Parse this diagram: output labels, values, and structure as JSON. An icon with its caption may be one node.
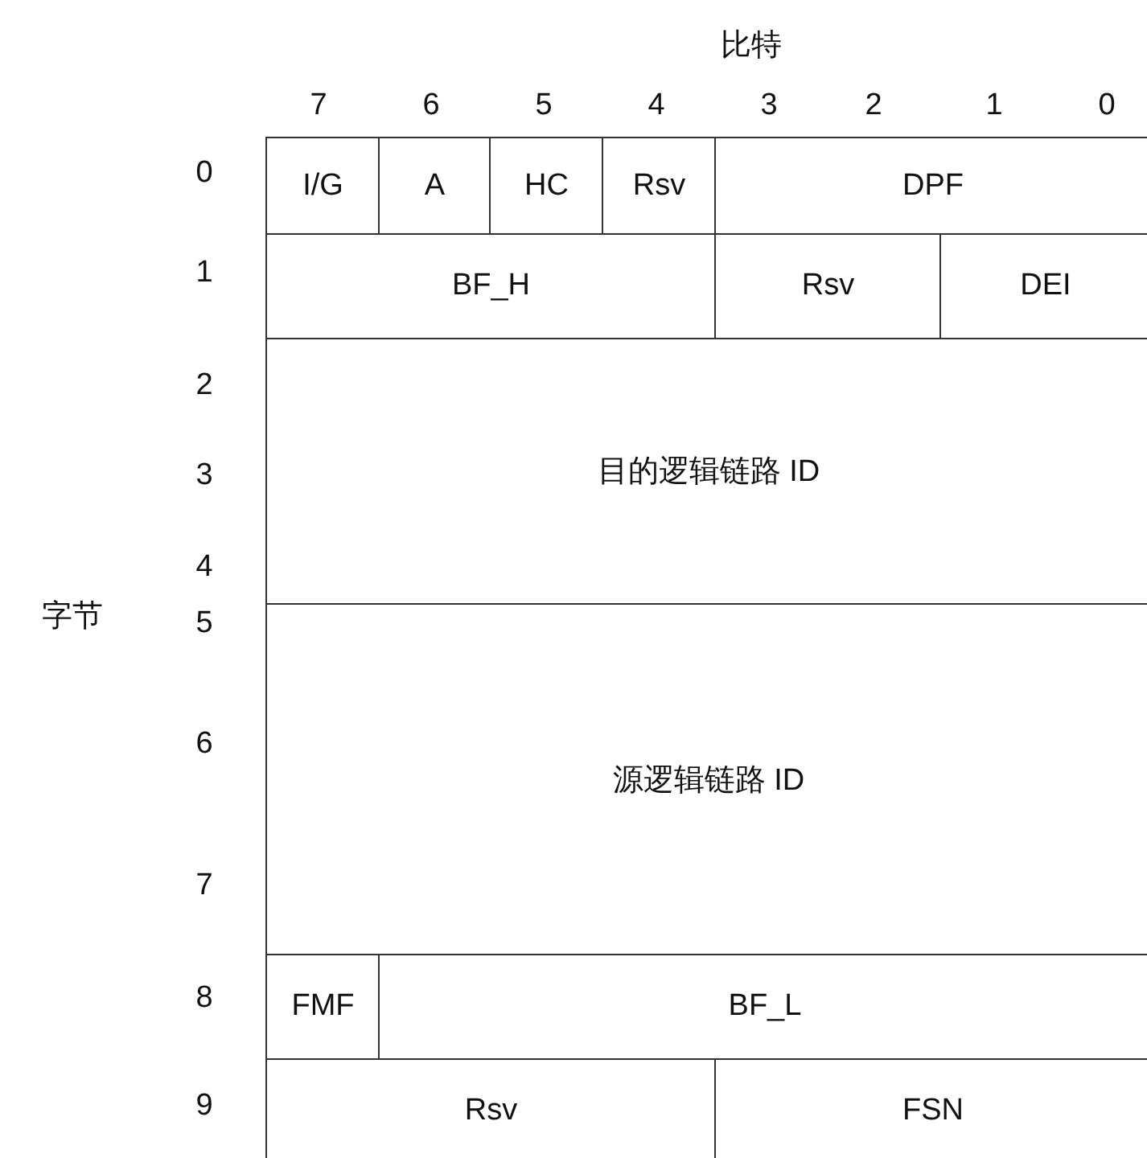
{
  "diagram": {
    "nodes": [
      {
        "text": [
          "I/G"
        ]
      },
      {
        "text": [
          "A"
        ]
      },
      {
        "text": [
          "HC"
        ]
      },
      {
        "text": [
          "Rsv"
        ]
      },
      {
        "text": [
          "DPF"
        ]
      },
      {
        "text": [
          "BF_H"
        ]
      },
      {
        "text": [
          "Rsv"
        ]
      },
      {
        "text": [
          "DEI"
        ]
      },
      {
        "text": [
          "目的逻辑链路 ID"
        ]
      },
      {
        "text": [
          "源逻辑链路 ID"
        ]
      },
      {
        "text": [
          "FMF"
        ]
      },
      {
        "text": [
          "BF_L"
        ]
      },
      {
        "text": [
          "Rsv"
        ]
      },
      {
        "text": [
          "FSN"
        ]
      }
    ],
    "labels": [
      "比特",
      "7",
      "6",
      "5",
      "4",
      "3",
      "2",
      "1",
      "0",
      "0",
      "1",
      "2",
      "3",
      "4",
      "5",
      "6",
      "7",
      "8",
      "9",
      "字节"
    ]
  }
}
